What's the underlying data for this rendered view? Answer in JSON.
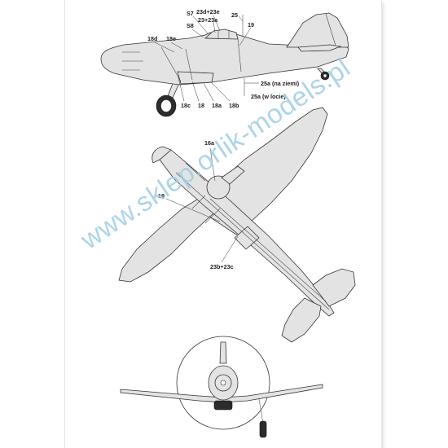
{
  "labels": {
    "s7": "S7",
    "s8": "S8",
    "l23d23e": "23d+23e",
    "l23_23a": "23+23a",
    "l25": "25",
    "l19_side": "19",
    "l18d": "18d",
    "l18e": "18e",
    "l18c": "18c",
    "l18": "18",
    "l18a": "18a",
    "l18b": "18b",
    "l25a_ground": "25a (na ziemi)",
    "l25a_flight": "25a (w locie)",
    "l16a": "16a",
    "l19_top": "19",
    "l23b23c": "23b+23c"
  },
  "watermark": "www.sklep.orlik-models.pl",
  "colors": {
    "paint": "#e3e3e3",
    "outline": "#333333",
    "watermark": "#9fcde3"
  }
}
